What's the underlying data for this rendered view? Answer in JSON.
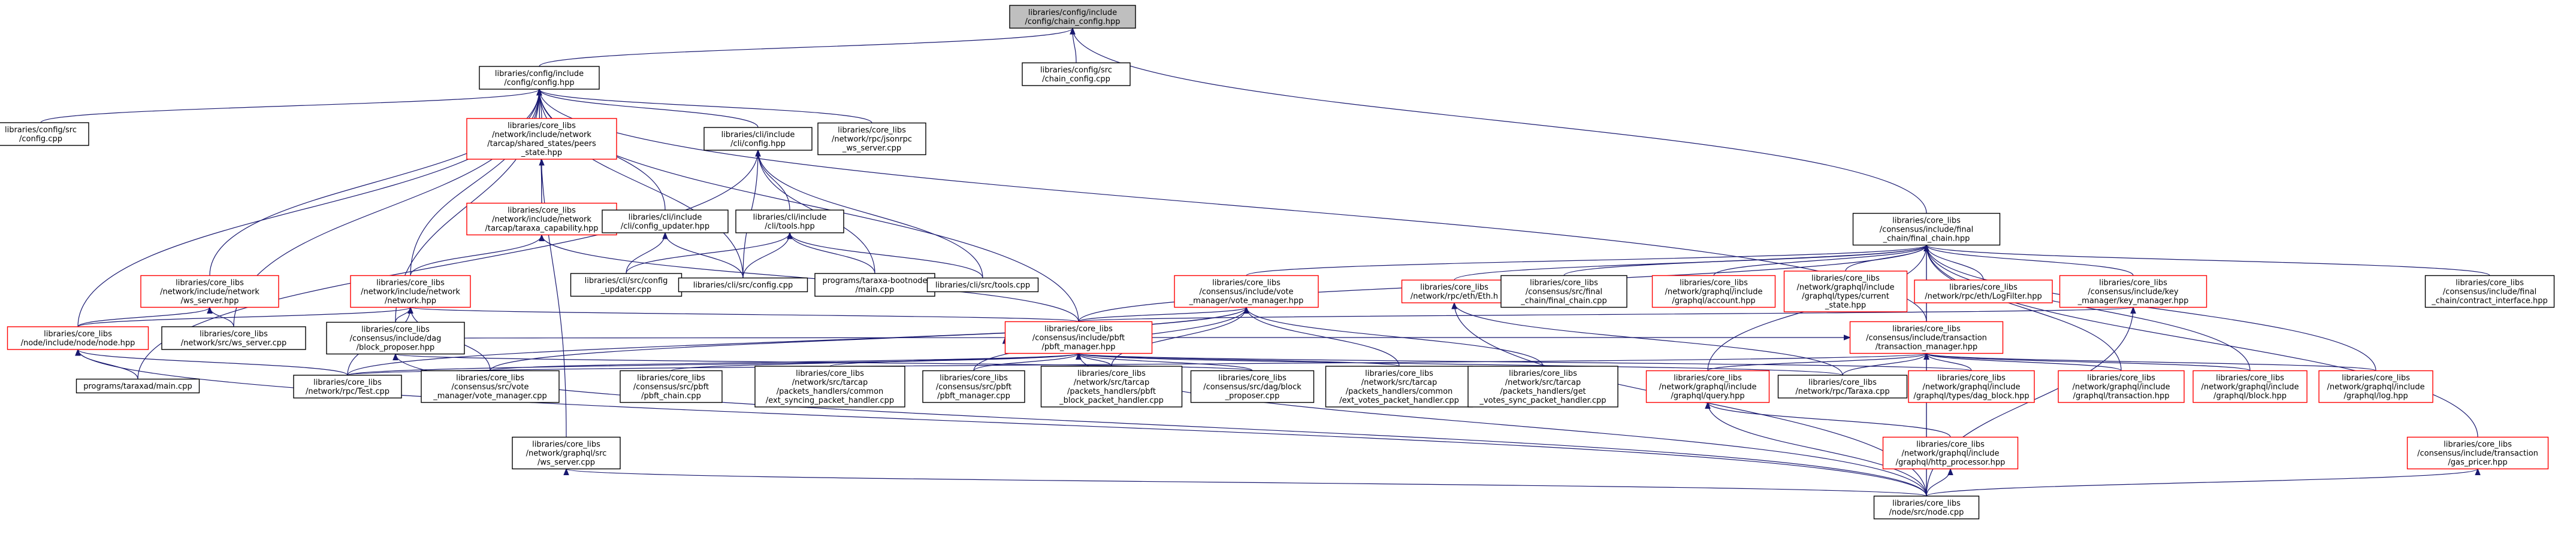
{
  "diagram": {
    "type": "include-dependency-graph",
    "nodes": [
      {
        "id": "n0",
        "lines": [
          "libraries/config/include",
          "/config/chain_config.hpp"
        ],
        "root": true
      },
      {
        "id": "n1",
        "lines": [
          "libraries/config/include",
          "/config/config.hpp"
        ]
      },
      {
        "id": "n2",
        "lines": [
          "libraries/config/src",
          "/chain_config.cpp"
        ]
      },
      {
        "id": "n3",
        "lines": [
          "libraries/core_libs",
          "/consensus/include/final",
          "_chain/final_chain.hpp"
        ]
      },
      {
        "id": "n4",
        "lines": [
          "libraries/config/src",
          "/config.cpp"
        ]
      },
      {
        "id": "n5",
        "lines": [
          "libraries/core_libs",
          "/network/include/network",
          "/tarcap/shared_states/peers",
          "_state.hpp"
        ],
        "red": true
      },
      {
        "id": "n6",
        "lines": [
          "libraries/cli/include",
          "/cli/config.hpp"
        ]
      },
      {
        "id": "n7",
        "lines": [
          "libraries/core_libs",
          "/network/rpc/jsonrpc",
          "_ws_server.cpp"
        ]
      },
      {
        "id": "n8",
        "lines": [
          "libraries/core_libs",
          "/network/include/network",
          "/tarcap/taraxa_capability.hpp"
        ],
        "red": true
      },
      {
        "id": "n9",
        "lines": [
          "libraries/cli/include",
          "/cli/config_updater.hpp"
        ]
      },
      {
        "id": "n10",
        "lines": [
          "libraries/cli/include",
          "/cli/tools.hpp"
        ]
      },
      {
        "id": "n11",
        "lines": [
          "libraries/core_libs",
          "/network/include/network",
          "/ws_server.hpp"
        ],
        "red": true
      },
      {
        "id": "n12",
        "lines": [
          "libraries/core_libs",
          "/network/include/network",
          "/network.hpp"
        ],
        "red": true
      },
      {
        "id": "n13",
        "lines": [
          "libraries/cli/src/config",
          "_updater.cpp"
        ]
      },
      {
        "id": "n14",
        "lines": [
          "libraries/cli/src/config.cpp"
        ]
      },
      {
        "id": "n15",
        "lines": [
          "programs/taraxa-bootnode",
          "/main.cpp"
        ]
      },
      {
        "id": "n16",
        "lines": [
          "libraries/cli/src/tools.cpp"
        ]
      },
      {
        "id": "n17",
        "lines": [
          "libraries/core_libs",
          "/node/include/node/node.hpp"
        ],
        "red": true
      },
      {
        "id": "n18",
        "lines": [
          "libraries/core_libs",
          "/network/src/ws_server.cpp"
        ]
      },
      {
        "id": "n19",
        "lines": [
          "libraries/core_libs",
          "/consensus/include/dag",
          "/block_proposer.hpp"
        ]
      },
      {
        "id": "n20",
        "lines": [
          "programs/taraxad/main.cpp"
        ]
      },
      {
        "id": "n21",
        "lines": [
          "libraries/core_libs",
          "/network/rpc/Test.cpp"
        ]
      },
      {
        "id": "n22",
        "lines": [
          "libraries/core_libs",
          "/consensus/src/vote",
          "_manager/vote_manager.cpp"
        ]
      },
      {
        "id": "n23",
        "lines": [
          "libraries/core_libs",
          "/consensus/include/vote",
          "_manager/vote_manager.hpp"
        ],
        "red": true
      },
      {
        "id": "n24",
        "lines": [
          "libraries/core_libs",
          "/network/rpc/eth/Eth.h"
        ],
        "red": true
      },
      {
        "id": "n25",
        "lines": [
          "libraries/core_libs",
          "/consensus/include/pbft",
          "/pbft_manager.hpp"
        ],
        "red": true
      },
      {
        "id": "n26",
        "lines": [
          "libraries/core_libs",
          "/consensus/src/final",
          "_chain/final_chain.cpp"
        ]
      },
      {
        "id": "n27",
        "lines": [
          "libraries/core_libs",
          "/network/graphql/include",
          "/graphql/account.hpp"
        ],
        "red": true
      },
      {
        "id": "n28",
        "lines": [
          "libraries/core_libs",
          "/network/graphql/include",
          "/graphql/types/current",
          "_state.hpp"
        ],
        "red": true
      },
      {
        "id": "n29",
        "lines": [
          "libraries/core_libs",
          "/network/rpc/eth/LogFilter.hpp"
        ],
        "red": true
      },
      {
        "id": "n30",
        "lines": [
          "libraries/core_libs",
          "/consensus/include/key",
          "_manager/key_manager.hpp"
        ],
        "red": true
      },
      {
        "id": "n31",
        "lines": [
          "libraries/core_libs",
          "/consensus/include/final",
          "_chain/contract_interface.hpp"
        ]
      },
      {
        "id": "n32",
        "lines": [
          "libraries/core_libs",
          "/consensus/include/transaction",
          "/transaction_manager.hpp"
        ],
        "red": true
      },
      {
        "id": "n33",
        "lines": [
          "libraries/core_libs",
          "/consensus/src/pbft",
          "/pbft_chain.cpp"
        ]
      },
      {
        "id": "n34",
        "lines": [
          "libraries/core_libs",
          "/network/src/tarcap",
          "/packets_handlers/common",
          "/ext_syncing_packet_handler.cpp"
        ]
      },
      {
        "id": "n35",
        "lines": [
          "libraries/core_libs",
          "/consensus/src/pbft",
          "/pbft_manager.cpp"
        ]
      },
      {
        "id": "n36",
        "lines": [
          "libraries/core_libs",
          "/network/src/tarcap",
          "/packets_handlers/pbft",
          "_block_packet_handler.cpp"
        ]
      },
      {
        "id": "n37",
        "lines": [
          "libraries/core_libs",
          "/consensus/src/dag/block",
          "_proposer.cpp"
        ]
      },
      {
        "id": "n38",
        "lines": [
          "libraries/core_libs",
          "/network/src/tarcap",
          "/packets_handlers/common",
          "/ext_votes_packet_handler.cpp"
        ]
      },
      {
        "id": "n39",
        "lines": [
          "libraries/core_libs",
          "/network/src/tarcap",
          "/packets_handlers/get",
          "_votes_sync_packet_handler.cpp"
        ]
      },
      {
        "id": "n40",
        "lines": [
          "libraries/core_libs",
          "/network/graphql/include",
          "/graphql/query.hpp"
        ],
        "red": true
      },
      {
        "id": "n41",
        "lines": [
          "libraries/core_libs",
          "/network/rpc/Taraxa.cpp"
        ]
      },
      {
        "id": "n42",
        "lines": [
          "libraries/core_libs",
          "/network/graphql/include",
          "/graphql/types/dag_block.hpp"
        ],
        "red": true
      },
      {
        "id": "n43",
        "lines": [
          "libraries/core_libs",
          "/network/graphql/include",
          "/graphql/transaction.hpp"
        ],
        "red": true
      },
      {
        "id": "n44",
        "lines": [
          "libraries/core_libs",
          "/network/graphql/include",
          "/graphql/block.hpp"
        ],
        "red": true
      },
      {
        "id": "n45",
        "lines": [
          "libraries/core_libs",
          "/network/graphql/include",
          "/graphql/log.hpp"
        ],
        "red": true
      },
      {
        "id": "n46",
        "lines": [
          "libraries/core_libs",
          "/network/graphql/src",
          "/ws_server.cpp"
        ]
      },
      {
        "id": "n47",
        "lines": [
          "libraries/core_libs",
          "/network/graphql/include",
          "/graphql/http_processor.hpp"
        ],
        "red": true
      },
      {
        "id": "n48",
        "lines": [
          "libraries/core_libs",
          "/consensus/include/transaction",
          "/gas_pricer.hpp"
        ],
        "red": true
      },
      {
        "id": "n49",
        "lines": [
          "libraries/core_libs",
          "/node/src/node.cpp"
        ]
      }
    ],
    "edges": [
      [
        "n0",
        "n1"
      ],
      [
        "n0",
        "n2"
      ],
      [
        "n0",
        "n3"
      ],
      [
        "n1",
        "n4"
      ],
      [
        "n1",
        "n5"
      ],
      [
        "n1",
        "n6"
      ],
      [
        "n1",
        "n7"
      ],
      [
        "n1",
        "n8"
      ],
      [
        "n1",
        "n9"
      ],
      [
        "n1",
        "n11"
      ],
      [
        "n1",
        "n12"
      ],
      [
        "n1",
        "n17"
      ],
      [
        "n1",
        "n18"
      ],
      [
        "n1",
        "n19"
      ],
      [
        "n1",
        "n25"
      ],
      [
        "n1",
        "n14"
      ],
      [
        "n1",
        "n46"
      ],
      [
        "n1",
        "n32"
      ],
      [
        "n5",
        "n8"
      ],
      [
        "n6",
        "n14"
      ],
      [
        "n6",
        "n10"
      ],
      [
        "n6",
        "n20"
      ],
      [
        "n6",
        "n15"
      ],
      [
        "n6",
        "n16"
      ],
      [
        "n8",
        "n12"
      ],
      [
        "n8",
        "n25"
      ],
      [
        "n9",
        "n13"
      ],
      [
        "n9",
        "n14"
      ],
      [
        "n10",
        "n13"
      ],
      [
        "n10",
        "n14"
      ],
      [
        "n10",
        "n15"
      ],
      [
        "n10",
        "n16"
      ],
      [
        "n11",
        "n17"
      ],
      [
        "n11",
        "n18"
      ],
      [
        "n12",
        "n17"
      ],
      [
        "n12",
        "n19"
      ],
      [
        "n12",
        "n21"
      ],
      [
        "n12",
        "n22"
      ],
      [
        "n12",
        "n25"
      ],
      [
        "n17",
        "n20"
      ],
      [
        "n17",
        "n21"
      ],
      [
        "n17",
        "n49"
      ],
      [
        "n19",
        "n37"
      ],
      [
        "n19",
        "n49"
      ],
      [
        "n3",
        "n23"
      ],
      [
        "n3",
        "n24"
      ],
      [
        "n3",
        "n25"
      ],
      [
        "n3",
        "n26"
      ],
      [
        "n3",
        "n27"
      ],
      [
        "n3",
        "n28"
      ],
      [
        "n3",
        "n29"
      ],
      [
        "n3",
        "n30"
      ],
      [
        "n3",
        "n31"
      ],
      [
        "n3",
        "n32"
      ],
      [
        "n3",
        "n40"
      ],
      [
        "n3",
        "n43"
      ],
      [
        "n3",
        "n44"
      ],
      [
        "n3",
        "n45"
      ],
      [
        "n3",
        "n48"
      ],
      [
        "n3",
        "n49"
      ],
      [
        "n23",
        "n25"
      ],
      [
        "n23",
        "n22"
      ],
      [
        "n23",
        "n35"
      ],
      [
        "n23",
        "n36"
      ],
      [
        "n23",
        "n38"
      ],
      [
        "n23",
        "n39"
      ],
      [
        "n23",
        "n21"
      ],
      [
        "n24",
        "n41"
      ],
      [
        "n24",
        "n49"
      ],
      [
        "n30",
        "n25"
      ],
      [
        "n30",
        "n49"
      ],
      [
        "n25",
        "n33"
      ],
      [
        "n25",
        "n34"
      ],
      [
        "n25",
        "n35"
      ],
      [
        "n25",
        "n36"
      ],
      [
        "n25",
        "n37"
      ],
      [
        "n25",
        "n38"
      ],
      [
        "n25",
        "n22"
      ],
      [
        "n25",
        "n21"
      ],
      [
        "n25",
        "n41"
      ],
      [
        "n25",
        "n42"
      ],
      [
        "n25",
        "n19"
      ],
      [
        "n25",
        "n49"
      ],
      [
        "n32",
        "n25"
      ],
      [
        "n32",
        "n40"
      ],
      [
        "n32",
        "n41"
      ],
      [
        "n32",
        "n42"
      ],
      [
        "n32",
        "n43"
      ],
      [
        "n32",
        "n44"
      ],
      [
        "n32",
        "n45"
      ],
      [
        "n32",
        "n49"
      ],
      [
        "n32",
        "n21"
      ],
      [
        "n40",
        "n47"
      ],
      [
        "n40",
        "n49"
      ],
      [
        "n47",
        "n49"
      ],
      [
        "n48",
        "n49"
      ],
      [
        "n46",
        "n49"
      ]
    ]
  }
}
